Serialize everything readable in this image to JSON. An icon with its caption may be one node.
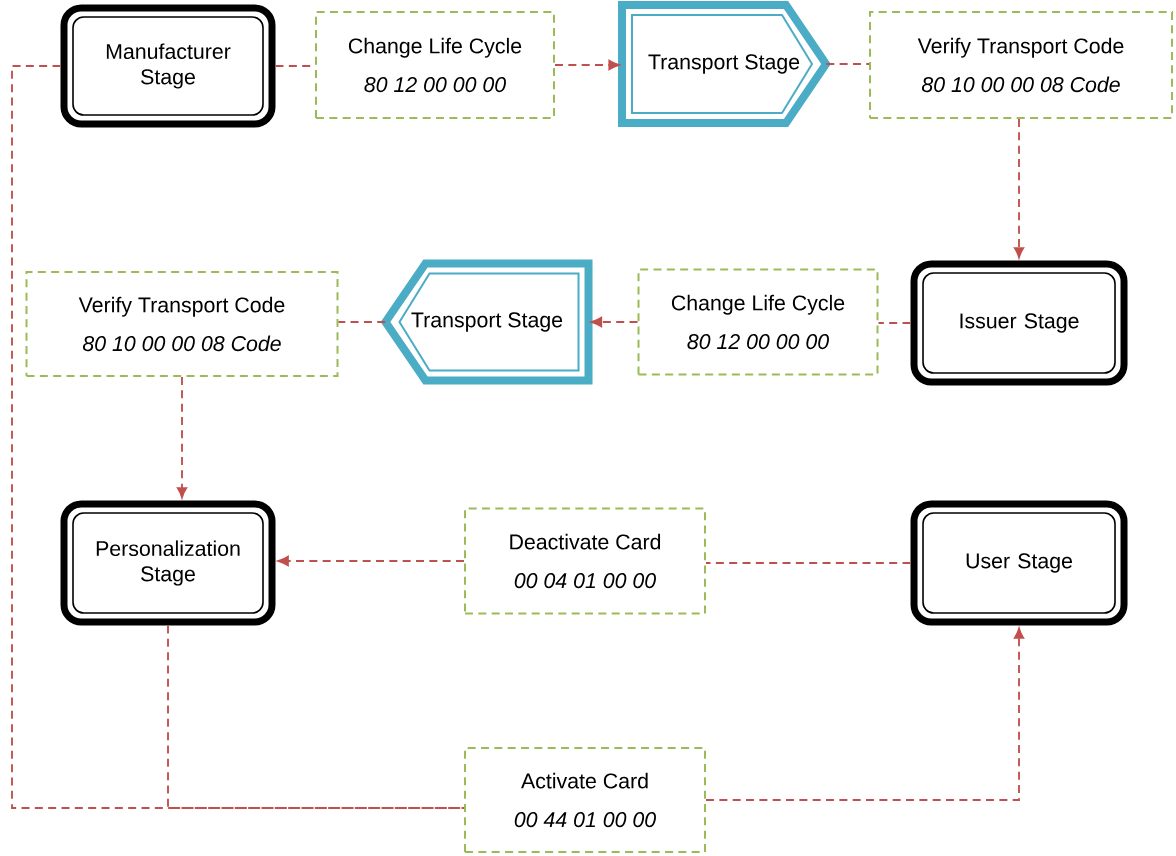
{
  "diagram": {
    "nodes": [
      {
        "text": [
          "Manufacturer Stage"
        ]
      },
      {
        "text": [
          "Change Life Cycle",
          "80 12 00 00 00"
        ]
      },
      {
        "text": [
          "Transport Stage"
        ]
      },
      {
        "text": [
          "Verify Transport Code",
          "80 10 00 00 08 Code"
        ]
      },
      {
        "text": [
          "Issuer Stage"
        ]
      },
      {
        "text": [
          "Change Life Cycle",
          "80 12 00 00 00"
        ]
      },
      {
        "text": [
          "Transport Stage"
        ]
      },
      {
        "text": [
          "Verify Transport Code",
          "80 10 00 00 08 Code"
        ]
      },
      {
        "text": [
          "Personalization Stage"
        ]
      },
      {
        "text": [
          "Deactivate Card",
          "00 04 01 00 00"
        ]
      },
      {
        "text": [
          "User Stage"
        ]
      },
      {
        "text": [
          "Activate Card",
          "00 44 01 00 00"
        ]
      }
    ],
    "edges": [
      {
        "from": 0,
        "to": 1,
        "arrow": "none"
      },
      {
        "from": 1,
        "to": 2,
        "arrow": "to"
      },
      {
        "from": 2,
        "to": 3,
        "arrow": "none"
      },
      {
        "from": 3,
        "to": 4,
        "arrow": "to"
      },
      {
        "from": 4,
        "to": 5,
        "arrow": "none"
      },
      {
        "from": 5,
        "to": 6,
        "arrow": "to"
      },
      {
        "from": 6,
        "to": 7,
        "arrow": "none"
      },
      {
        "from": 7,
        "to": 8,
        "arrow": "to"
      },
      {
        "from": 10,
        "to": 9,
        "arrow": "none"
      },
      {
        "from": 9,
        "to": 8,
        "arrow": "to"
      },
      {
        "from": 8,
        "to": 11,
        "arrow": "none"
      },
      {
        "from": 0,
        "to": 11,
        "arrow": "none"
      },
      {
        "from": 11,
        "to": 10,
        "arrow": "to"
      }
    ]
  }
}
